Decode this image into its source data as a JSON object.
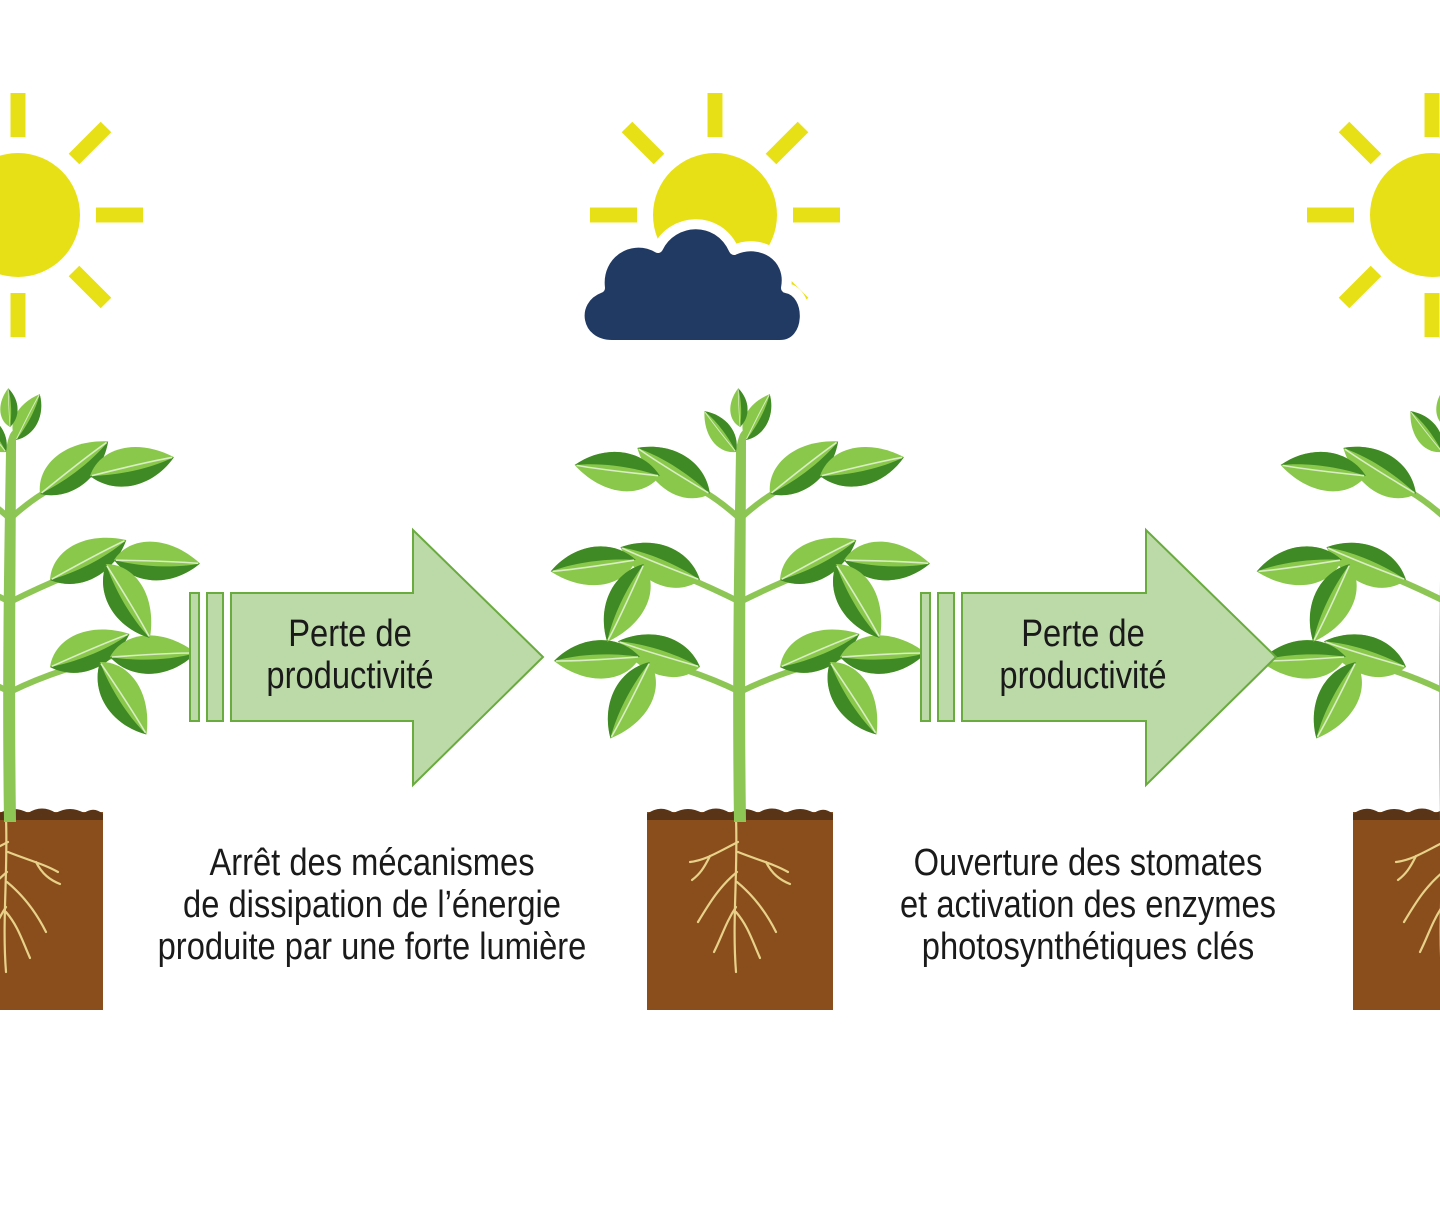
{
  "colors": {
    "sun": "#e8e017",
    "cloud": "#213a63",
    "arrow_fill": "#bcd9a8",
    "arrow_stroke": "#6aab3f",
    "soil": "#8a4e1c",
    "soil_top": "#5a3416",
    "stem": "#8ec655",
    "leaf_light": "#89c84a",
    "leaf_dark": "#3f8a25",
    "root": "#e8d28a"
  },
  "icons": {
    "left": "sun-icon",
    "middle": "sun-behind-cloud-icon",
    "right": "sun-icon"
  },
  "arrows": [
    {
      "line1": "Perte de",
      "line2": "productivité"
    },
    {
      "line1": "Perte de",
      "line2": "productivité"
    }
  ],
  "captions": [
    {
      "line1": "Arrêt des mécanismes",
      "line2": "de dissipation de l’énergie",
      "line3": "produite par une forte lumière"
    },
    {
      "line1": "Ouverture des stomates",
      "line2": "et activation des enzymes",
      "line3": "photosynthétiques clés"
    }
  ]
}
